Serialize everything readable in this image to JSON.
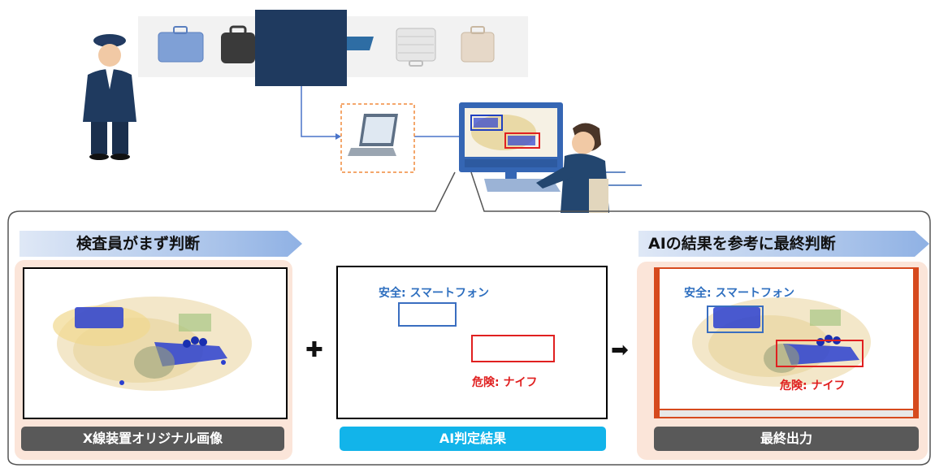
{
  "top_banner_left": "検査員がまず判断",
  "top_banner_right": "AIの結果を参考に最終判断",
  "panel_left_label": "X線装置オリジナル画像",
  "panel_center_label": "AI判定結果",
  "panel_right_label": "最終出力",
  "annotation_safe": "安全: スマートフォン",
  "annotation_danger": "危険: ナイフ",
  "symbols": {
    "plus": "✚",
    "arrow": "➡"
  },
  "colors": {
    "safe_blue": "#2d6ebf",
    "danger_red": "#e02020",
    "banner_blue": "#8fb1e4",
    "dark_label": "#595959",
    "cyan_label": "#12b4ea",
    "panel_peach": "#fbe5d9",
    "navy": "#1f3a5f",
    "orange_dashed": "#f08a3c"
  }
}
